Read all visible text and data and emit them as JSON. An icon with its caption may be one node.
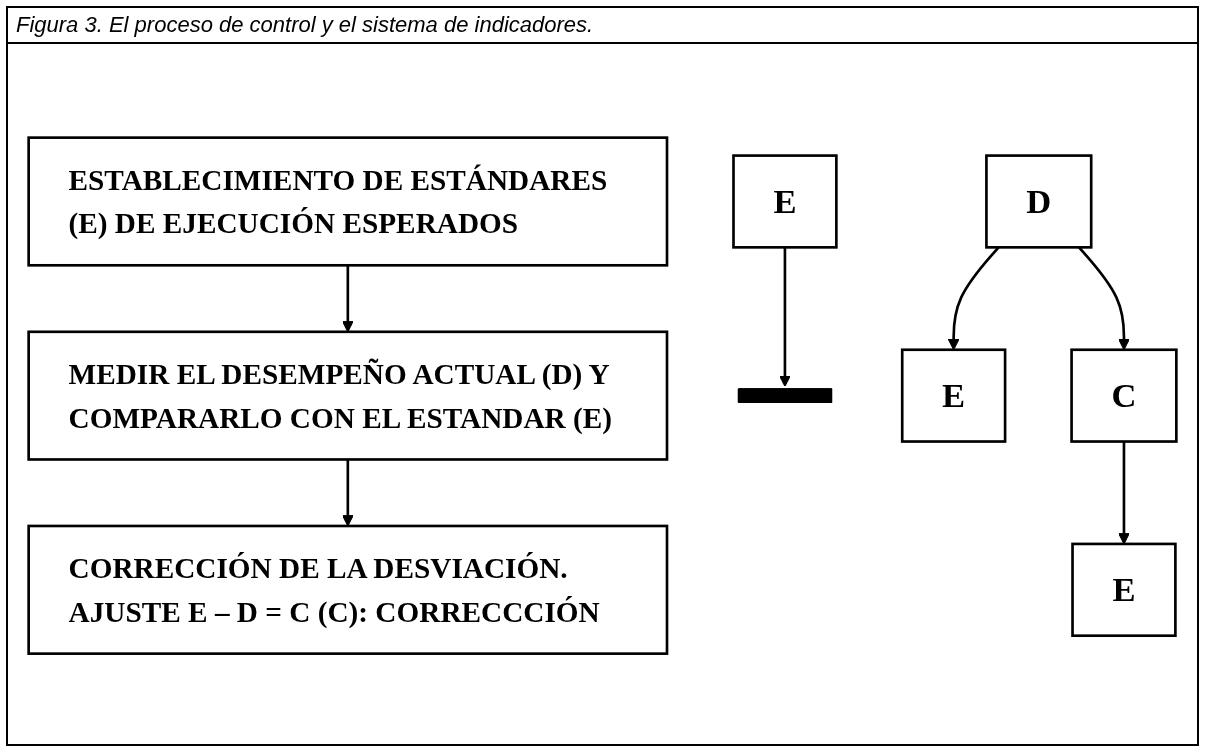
{
  "diagram": {
    "title": "Figura 3. El proceso de control y el sistema de indicadores.",
    "nodes": [
      {
        "text": [
          "ESTABLECIMIENTO DE ESTÁNDARES (E) DE EJECUCIÓN ESPERADOS"
        ]
      },
      {
        "text": [
          "MEDIR EL DESEMPEÑO ACTUAL (D) Y COMPARARLO CON EL ESTANDAR (E)"
        ]
      },
      {
        "text": [
          "CORRECCIÓN DE LA DESVIACIÓN. AJUSTE E – D = C (C): CORRECCCIÓN"
        ]
      },
      {
        "text": [
          "E"
        ]
      },
      {
        "text": [],
        "shape": "bar"
      },
      {
        "text": [
          "D"
        ]
      },
      {
        "text": [
          "E"
        ]
      },
      {
        "text": [
          "C"
        ]
      },
      {
        "text": [
          "E"
        ]
      }
    ],
    "edges": [
      {
        "from": 0,
        "to": 1,
        "arrow": "to"
      },
      {
        "from": 1,
        "to": 2,
        "arrow": "to"
      },
      {
        "from": 3,
        "to": 4,
        "arrow": "to"
      },
      {
        "from": 5,
        "to": 6,
        "arrow": "to"
      },
      {
        "from": 5,
        "to": 7,
        "arrow": "to"
      },
      {
        "from": 7,
        "to": 8,
        "arrow": "to"
      }
    ]
  }
}
